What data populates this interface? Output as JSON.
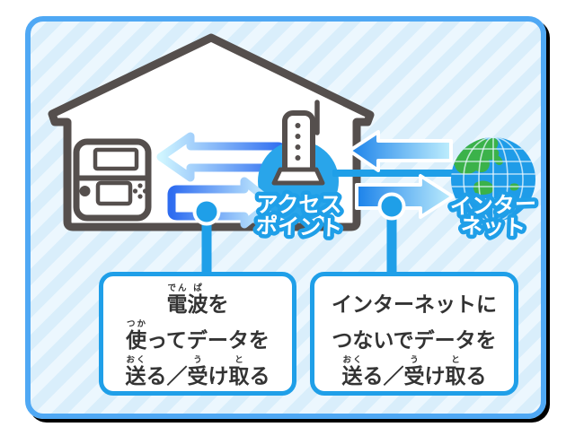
{
  "colors": {
    "accent_blue": "#1f9fe8",
    "access_point_circle": "#29a5ea",
    "panel_border": "#4fa8f4",
    "panel_stripe_light": "#ecf7fe",
    "panel_stripe_dark": "#d9eefb",
    "outline_gray": "#554f4d",
    "wireless_arrow_deep_blue": "#2e6cf0",
    "wireless_arrow_light_cyan": "#cff5ff",
    "wired_arrow_blue": "#1b82ea",
    "wired_arrow_light": "#bfeefd",
    "globe_ocean": "#1f9ce8",
    "globe_land": "#3bb24a",
    "callout_text": "#333333"
  },
  "labels": {
    "access_point": {
      "line1": "アクセス",
      "line2": "ポイント"
    },
    "internet": {
      "line1": "インター",
      "line2": "ネット"
    }
  },
  "callouts": {
    "wireless": {
      "lines": [
        {
          "segments": [
            {
              "t": "電",
              "r": "でん"
            },
            {
              "t": "波",
              "r": "ぱ"
            },
            {
              "t": "を"
            }
          ]
        },
        {
          "segments": [
            {
              "t": "使",
              "r": "つか"
            },
            {
              "t": "ってデータを"
            }
          ]
        },
        {
          "segments": [
            {
              "t": "送",
              "r": "おく"
            },
            {
              "t": "る／"
            },
            {
              "t": "受",
              "r": "う"
            },
            {
              "t": "け"
            },
            {
              "t": "取",
              "r": "と"
            },
            {
              "t": "る"
            }
          ]
        }
      ]
    },
    "internet": {
      "lines": [
        {
          "segments": [
            {
              "t": "インターネットに"
            }
          ]
        },
        {
          "segments": [
            {
              "t": "つないでデータを"
            }
          ]
        },
        {
          "segments": [
            {
              "t": "送",
              "r": "おく"
            },
            {
              "t": "る／"
            },
            {
              "t": "受",
              "r": "う"
            },
            {
              "t": "け"
            },
            {
              "t": "取",
              "r": "と"
            },
            {
              "t": "る"
            }
          ]
        }
      ]
    }
  },
  "icons": [
    "house-icon",
    "nintendo-3ds-icon",
    "wireless-router-icon",
    "internet-globe-icon"
  ]
}
